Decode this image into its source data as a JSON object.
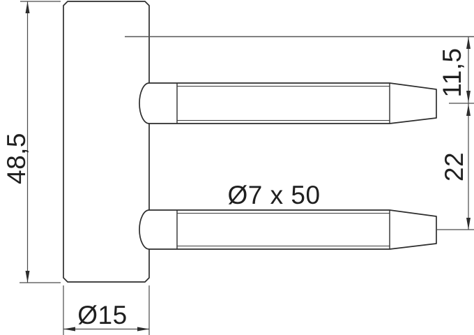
{
  "labels": {
    "overall_height": "48,5",
    "top_pin_offset": "11,5",
    "pin_center_distance": "22",
    "pin_size": "Ø7 x 50",
    "barrel_diameter": "Ø15"
  },
  "colors": {
    "background": "#ffffff",
    "part_outline": "#2d2d2d",
    "dimension_lines": "#4a4a4a",
    "reference_line": "#555555",
    "text": "#1f1f1f"
  }
}
